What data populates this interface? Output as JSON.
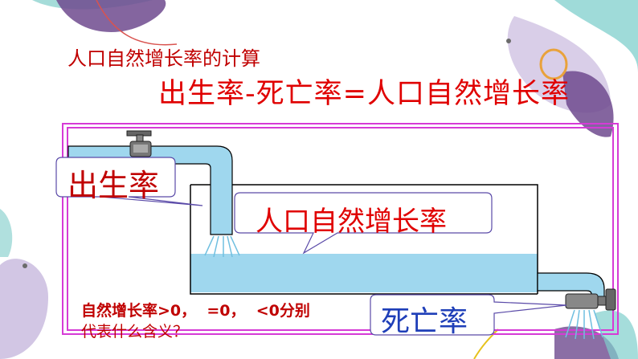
{
  "slide": {
    "title": "人口自然增长率的计算",
    "formula": "出生率-死亡率=人口自然增长率",
    "callouts": {
      "birth_rate": "出生率",
      "natural_growth": "人口自然增长率",
      "death_rate": "死亡率"
    },
    "question": {
      "line1": "自然增长率>0，  =0，  <0分别",
      "line2": "代表什么含义？"
    }
  },
  "colors": {
    "title_red": "#c00000",
    "frame_magenta": "#d63bd6",
    "water_blue": "#9fd7ee",
    "death_label_blue": "#1f3fb8"
  },
  "icons": [
    "inflow-faucet-icon",
    "outflow-faucet-icon",
    "water-tank-icon"
  ]
}
